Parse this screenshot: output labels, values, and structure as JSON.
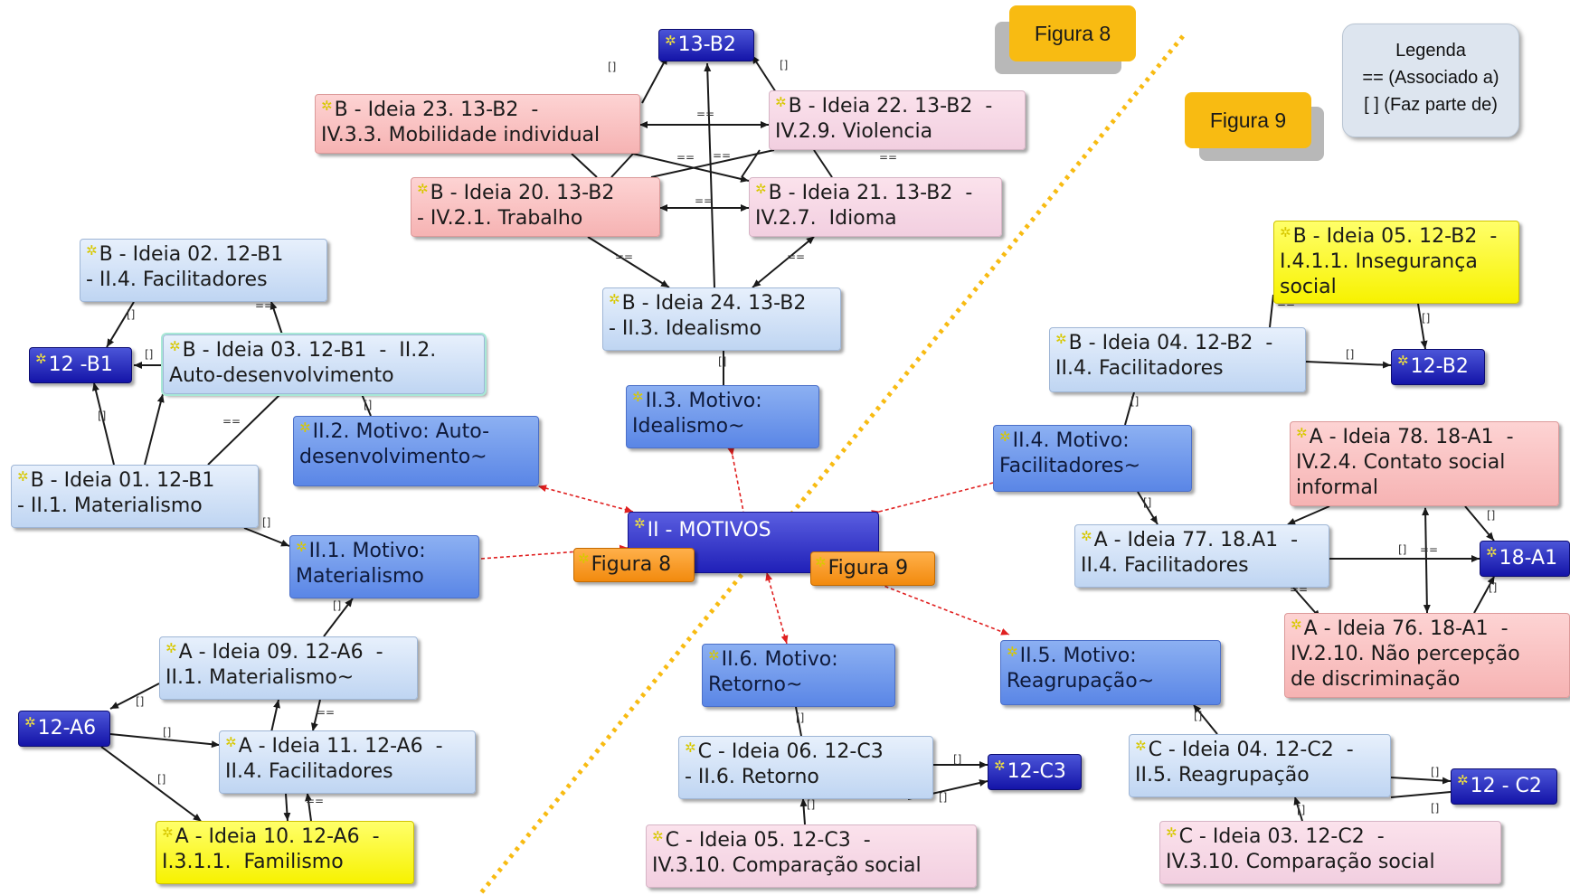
{
  "figures": {
    "fig8": "Figura 8",
    "fig9": "Figura 9"
  },
  "legend": {
    "title": "Legenda",
    "line1": "== (Associado a)",
    "line2": "[ ]  (Faz parte de)"
  },
  "nodes": {
    "c13b2": "13-B2",
    "i23": "B - Ideia 23. 13-B2  -\nIV.3.3. Mobilidade individual",
    "i22": "B - Ideia 22. 13-B2  -\nIV.2.9. Violencia",
    "i20": "B - Ideia 20. 13-B2\n- IV.2.1. Trabalho",
    "i21": "B - Ideia 21. 13-B2  -\nIV.2.7.  Idioma",
    "i24": "B - Ideia 24. 13-B2\n- II.3. Idealismo",
    "m23": "II.3. Motivo:\nIdealismo~",
    "i02": "B - Ideia 02. 12-B1\n- II.4. Facilitadores",
    "c12b1": "12 -B1",
    "i03": "B - Ideia 03. 12-B1  -  II.2.\nAuto-desenvolvimento",
    "m22": "II.2. Motivo: Auto-\ndesenvolvimento~",
    "i01": "B - Ideia 01. 12-B1\n- II.1. Materialismo",
    "m21": "II.1. Motivo:\nMaterialismo",
    "center": "II - MOTIVOS",
    "f8": "Figura 8",
    "f9": "Figura 9",
    "i09": "A - Ideia 09. 12-A6  -\nII.1. Materialismo~",
    "c12a6": "12-A6",
    "i11": "A - Ideia 11. 12-A6  -\nII.4. Facilitadores",
    "i10": "A - Ideia 10. 12-A6  -\nI.3.1.1.  Familismo",
    "m26": "II.6. Motivo:\nRetorno~",
    "i06": "C - Ideia 06. 12-C3\n- II.6. Retorno",
    "c12c3": "12-C3",
    "i05c": "C - Ideia 05. 12-C3  -\nIV.3.10. Comparação social",
    "i05b": "B - Ideia 05. 12-B2  -\nI.4.1.1. Insegurança\nsocial",
    "i04b": "B - Ideia 04. 12-B2  -\nII.4. Facilitadores",
    "c12b2": "12-B2",
    "m24": "II.4. Motivo:\nFacilitadores~",
    "i78": "A - Ideia 78. 18-A1  -\nIV.2.4. Contato social\ninformal",
    "i77": "A - Ideia 77. 18.A1  -\nII.4. Facilitadores",
    "c18a1": "18-A1",
    "i76": "A - Ideia 76. 18-A1  -\nIV.2.10. Não percepção\nde discriminação",
    "m25": "II.5. Motivo:\nReagrupação~",
    "i04c": "C - Ideia 04. 12-C2  -\nII.5. Reagrupação",
    "c12c2": "12 - C2",
    "i03c": "C - Ideia 03. 12-C2  -\nIV.3.10. Comparação social"
  },
  "link_labels": {
    "partof": "[]",
    "assoc": "=="
  },
  "colors": {
    "black_link": "#1a1a1a",
    "red_link": "#e02020",
    "divider": "#f8bb12"
  }
}
